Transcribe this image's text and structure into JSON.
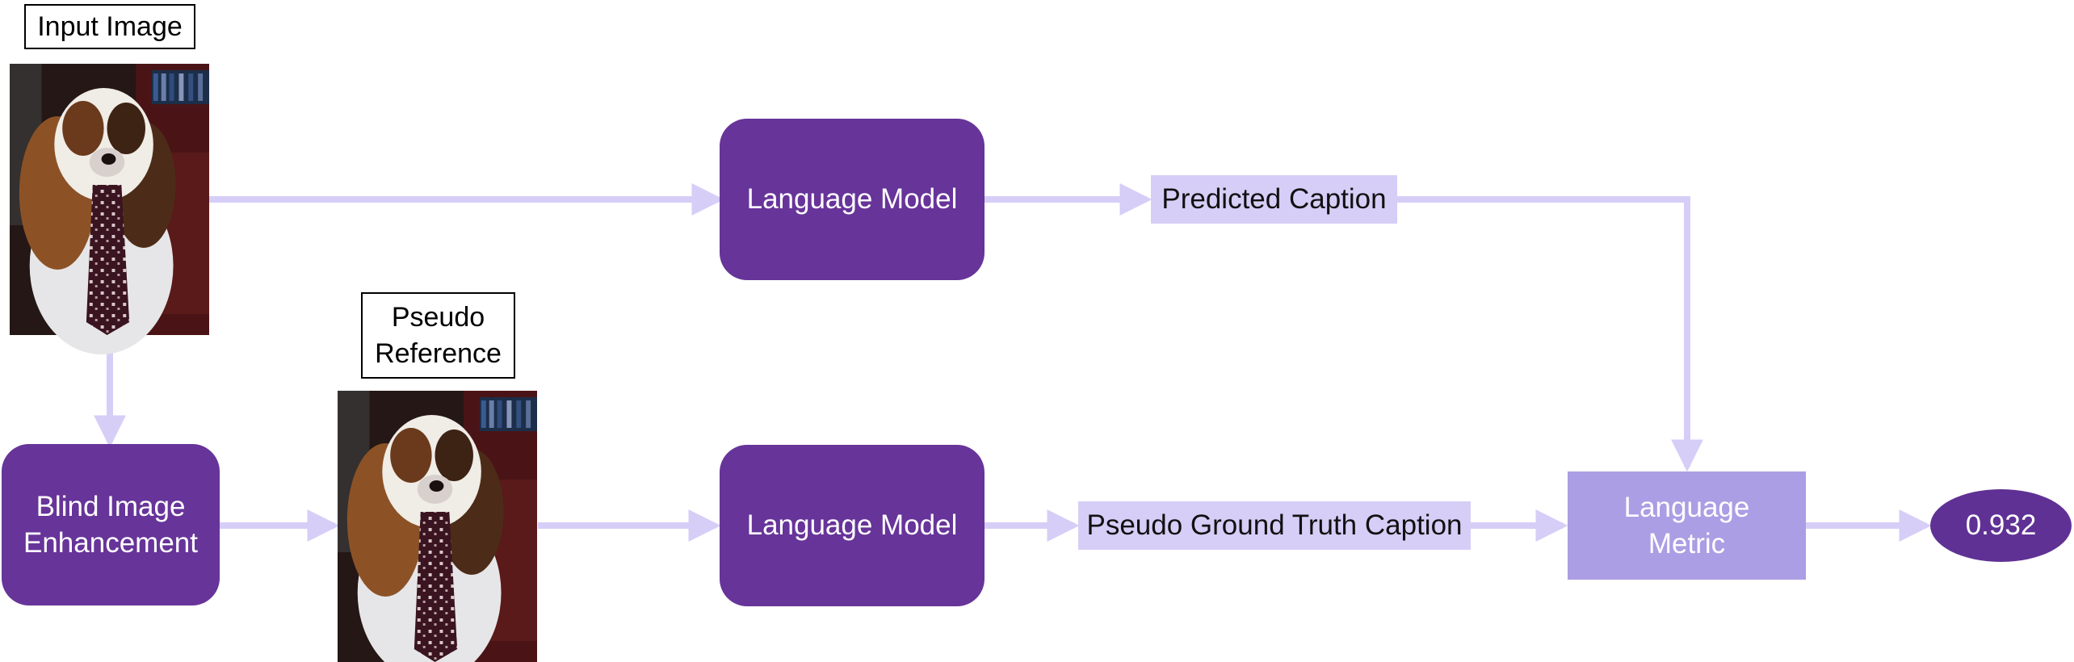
{
  "labels": {
    "input_image": "Input Image",
    "pseudo_reference_line1": "Pseudo",
    "pseudo_reference_line2": "Reference"
  },
  "nodes": {
    "blind_enhancement_line1": "Blind Image",
    "blind_enhancement_line2": "Enhancement",
    "language_model_top": "Language Model",
    "language_model_bottom": "Language Model",
    "predicted_caption": "Predicted Caption",
    "pseudo_gt_caption": "Pseudo Ground Truth Caption",
    "language_metric_line1": "Language",
    "language_metric_line2": "Metric",
    "score": "0.932"
  },
  "images": {
    "input_image": "photo of spaniel dog wearing a patterned necktie",
    "pseudo_reference": "enhanced photo of spaniel dog wearing a patterned necktie"
  },
  "colors": {
    "model_fill": "#673499",
    "arrow": "#d6cef7",
    "caption_fill": "#d6cef7",
    "metric_fill": "#ab9ee4",
    "score_fill": "#5f3194"
  }
}
